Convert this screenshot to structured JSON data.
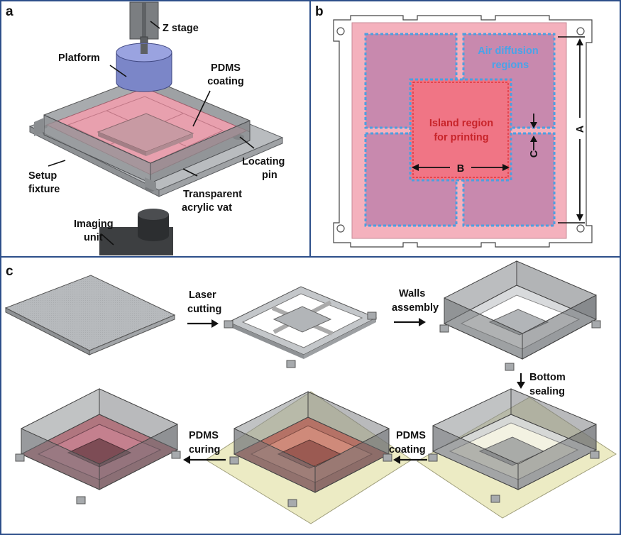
{
  "panels": {
    "a": "a",
    "b": "b",
    "c": "c"
  },
  "panel_a": {
    "z_stage": "Z stage",
    "platform": "Platform",
    "pdms_coating_1": "PDMS",
    "pdms_coating_2": "coating",
    "setup_fixture_1": "Setup",
    "setup_fixture_2": "fixture",
    "locating_pin_1": "Locating",
    "locating_pin_2": "pin",
    "transparent_vat_1": "Transparent",
    "transparent_vat_2": "acrylic vat",
    "imaging_unit_1": "Imaging",
    "imaging_unit_2": "unit"
  },
  "panel_b": {
    "air_diffusion_1": "Air diffusion",
    "air_diffusion_2": "regions",
    "island_1": "Island region",
    "island_2": "for printing",
    "dim_a": "A",
    "dim_b": "B",
    "dim_c": "C"
  },
  "panel_c": {
    "laser_1": "Laser",
    "laser_2": "cutting",
    "walls_1": "Walls",
    "walls_2": "assembly",
    "bottom_1": "Bottom",
    "bottom_2": "sealing",
    "pdms_coat_1": "PDMS",
    "pdms_coat_2": "coating",
    "pdms_cure_1": "PDMS",
    "pdms_cure_2": "curing"
  },
  "colors": {
    "frame": "#2d4f8a",
    "pink_bg": "#f4b1bd",
    "air_region": "#c889ae",
    "island": "#f07585",
    "dashed_blue": "#4d9fe0",
    "air_text": "#4aa3e8",
    "island_text": "#c8242a",
    "base_sheet": "#b5b8bb",
    "pdms_pink": "#c9788e",
    "yellow_base": "#ecebc4"
  }
}
